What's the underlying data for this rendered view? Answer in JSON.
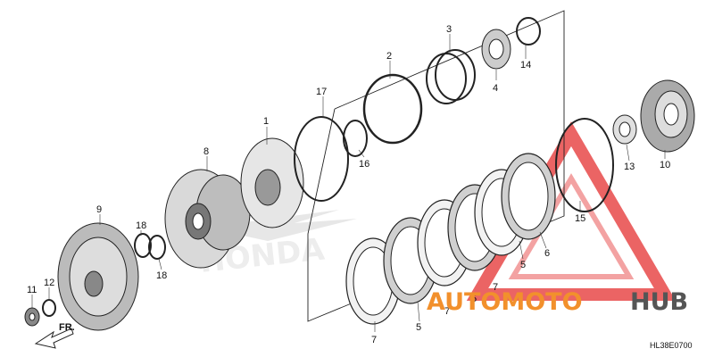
{
  "diagram_code": "HL38E0700",
  "direction_label": "FR.",
  "watermark": {
    "brand_left": "AUTOMOTO",
    "brand_right": "HUB",
    "maker": "HONDA",
    "accent_color": "#f2902c",
    "dark_color": "#555555",
    "triangle_color": "#e84a4a"
  },
  "callouts": [
    "1",
    "2",
    "3",
    "4",
    "5",
    "5",
    "5",
    "6",
    "7",
    "7",
    "7",
    "8",
    "9",
    "10",
    "11",
    "12",
    "13",
    "14",
    "15",
    "16",
    "17",
    "18",
    "18"
  ]
}
